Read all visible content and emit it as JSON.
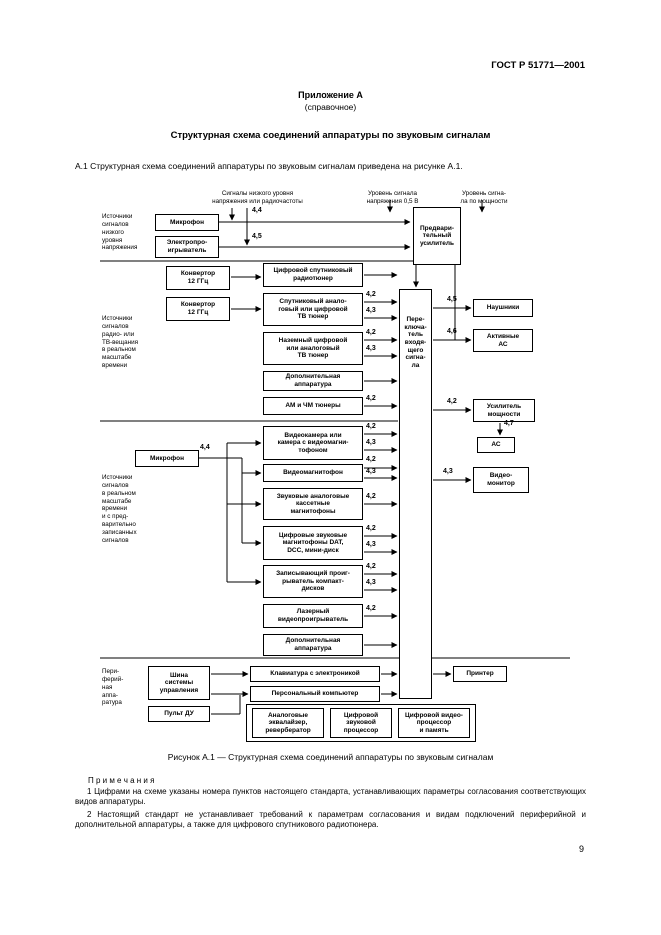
{
  "page": {
    "doc_number": "ГОСТ Р 51771—2001",
    "appendix_label": "Приложение А",
    "appendix_kind": "(справочное)",
    "title": "Структурная схема соединений аппаратуры по звуковым сигналам",
    "intro": "А.1 Структурная схема соединений аппаратуры по звуковым сигналам приведена на рисунке А.1.",
    "figure_caption": "Рисунок А.1 — Структурная схема соединений аппаратуры по звуковым сигналам",
    "notes_heading": "П р и м е ч а н и я",
    "note1": "1 Цифрами на схеме указаны номера пунктов настоящего стандарта, устанавливающих параметры согласования соответствующих видов аппаратуры.",
    "note2": "2 Настоящий стандарт не устанавливает требований к параметрам согласования и видам подключений периферийной и дополнительной аппаратуры, а также для цифрового спутникового радиотюнера.",
    "page_number": "9"
  },
  "diagram": {
    "column_headers": [
      "Сигналы низкого уровня\nнапряжения или радиочастоты",
      "Уровень сигнала\nнапряжения 0,5 В",
      "Уровень сигна-\nла по мощности"
    ],
    "side_labels": [
      "Источники\nсигналов\nнизкого\nуровня\nнапряжения",
      "Источники\nсигналов\nрадио- или\nТВ-вещания\nв реальном\nмасштабе\nвремени",
      "Источники\nсигналов\nв реальном\nмасштабе\nвремени\nи с пред-\nварительно\nзаписанных\nсигналов",
      "Пери-\nферий-\nная\nаппа-\nратура"
    ],
    "boxes": {
      "mic1": "Микрофон",
      "turntable": "Электропро-\nигрыватель",
      "preamp": "Предвари-\nтельный\nусилитель",
      "conv1": "Конвертор\n12 ГГц",
      "conv2": "Конвертор\n12 ГГц",
      "sat_radio": "Цифровой спутниковый\nрадиотюнер",
      "sat_tv": "Спутниковый анало-\nговый или цифровой\nТВ тюнер",
      "terr_tv": "Наземный цифровой\nили аналоговый\nТВ тюнер",
      "extra1": "Дополнительная\nаппаратура",
      "am_fm": "АМ и ЧМ тюнеры",
      "switch": "Пере-\nключа-\nтель\nвходя-\nщего\nсигна-\nла",
      "headphones": "Наушники",
      "active_speakers": "Активные\nАС",
      "power_amp": "Усилитель\nмощности",
      "speakers": "АС",
      "video_monitor": "Видео-\nмонитор",
      "mic2": "Микрофон",
      "camera": "Видеокамера или\nкамера с видеомагни-\nтофоном",
      "vcr": "Видеомагнитофон",
      "cassette": "Звуковые аналоговые\nкассетные\nмагнитофоны",
      "digital_rec": "Цифровые звуковые\nмагнитофоны DAT,\nDCC, мини-диск",
      "cd_rec": "Записывающий проиг-\nрыватель компакт-\nдисков",
      "laser": "Лазерный\nвидеопроигрыватель",
      "extra2": "Дополнительная\nаппаратура",
      "control_bus": "Шина\nсистемы\nуправления",
      "remote": "Пульт ДУ",
      "keyboard": "Клавиатура с электроникой",
      "pc": "Персональный компьютер",
      "equalizer": "Аналоговые\nэквалайзер,\nревербератор",
      "dsp": "Цифровой\nзвуковой\nпроцессор",
      "video_proc": "Цифровой видео-\nпроцессор\nи память",
      "printer": "Принтер"
    },
    "arrow_labels": [
      "4,4",
      "4,5",
      "4,2",
      "4,3",
      "4,2",
      "4,3",
      "4,2",
      "4,5",
      "4,6",
      "4,2",
      "4,7",
      "4,3",
      "4,4",
      "4,2",
      "4,3",
      "4,2",
      "4,3",
      "4,2",
      "4,2",
      "4,3",
      "4,2",
      "4,3",
      "4,2"
    ]
  }
}
